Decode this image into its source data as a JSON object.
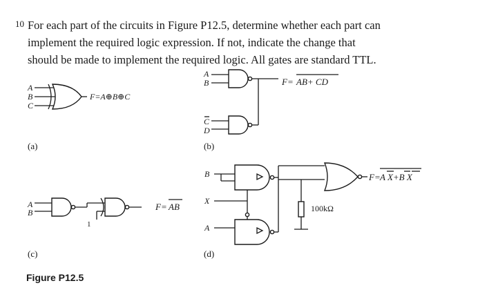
{
  "problem": {
    "number": "10",
    "lines": [
      "For each part of the circuits in Figure P12.5, determine whether each part can",
      "implement the required logic expression. If not, indicate the change that",
      "should be made to implement the required logic. All gates are standard TTL."
    ]
  },
  "circuit_a": {
    "inputs": [
      "A",
      "B",
      "C"
    ],
    "output": "F=A⊕B⊕C",
    "label": "(a)"
  },
  "circuit_b": {
    "top_inputs": [
      "A",
      "B"
    ],
    "bottom_inputs": [
      "C",
      "D"
    ],
    "output_prefix": "F=",
    "output_overlined": "AB+ CD",
    "label": "(b)"
  },
  "circuit_c": {
    "inputs": [
      "A",
      "B"
    ],
    "tied_input": "1",
    "output_prefix": "F=",
    "output_overlined": "AB",
    "label": "(c)"
  },
  "circuit_d": {
    "inputs": [
      "B",
      "X",
      "A"
    ],
    "resistor": "100kΩ",
    "output_prefix": "F=",
    "output_terms": "A X+B X",
    "label": "(d)"
  },
  "figure_caption": "Figure P12.5"
}
